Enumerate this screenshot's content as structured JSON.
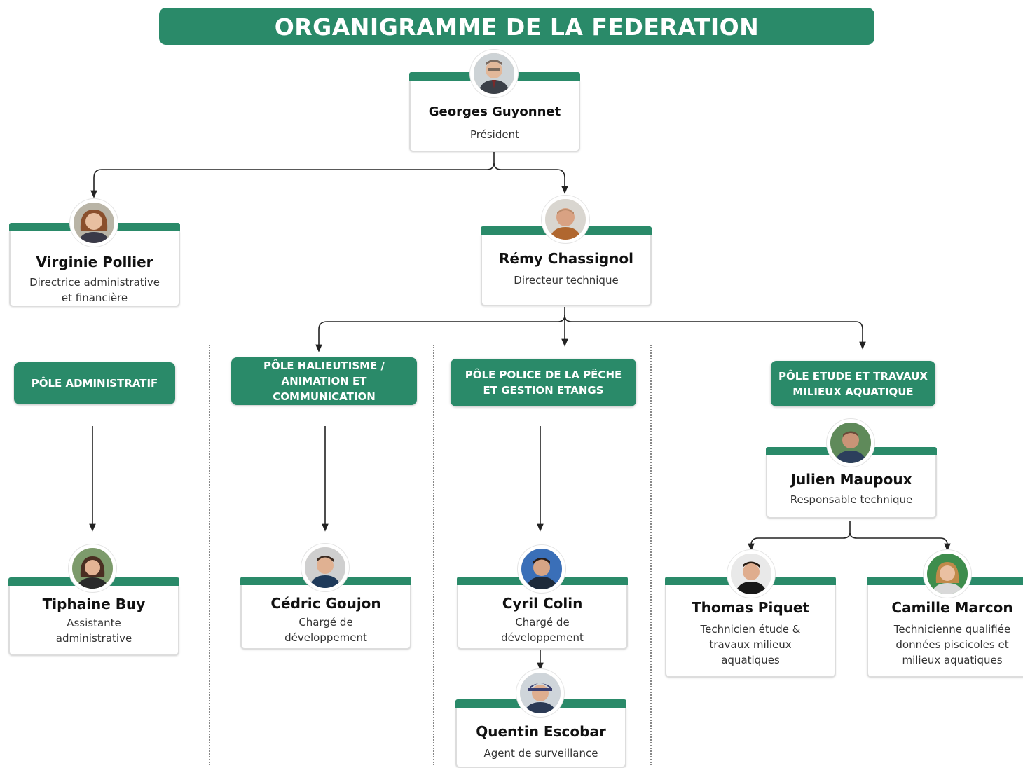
{
  "title": "ORGANIGRAMME DE LA FEDERATION",
  "colors": {
    "accent": "#2a8a69",
    "card_border": "#dddddd",
    "connector": "#222222"
  },
  "people": {
    "president": {
      "name": "Georges Guyonnet",
      "role": "Président"
    },
    "admin_director": {
      "name": "Virginie Pollier",
      "role_line1": "Directrice administrative",
      "role_line2": "et financière"
    },
    "tech_director": {
      "name": "Rémy Chassignol",
      "role": "Directeur technique"
    },
    "admin_assistant": {
      "name": "Tiphaine Buy",
      "role_line1": "Assistante",
      "role_line2": "administrative"
    },
    "dev_halieutisme": {
      "name": "Cédric Goujon",
      "role_line1": "Chargé de",
      "role_line2": "développement"
    },
    "dev_police": {
      "name": "Cyril Colin",
      "role_line1": "Chargé de",
      "role_line2": "développement"
    },
    "surveillance_agent": {
      "name": "Quentin Escobar",
      "role": "Agent de surveillance"
    },
    "tech_lead": {
      "name": "Julien Maupoux",
      "role": "Responsable technique"
    },
    "technician": {
      "name": "Thomas Piquet",
      "role_line1": "Technicien étude &",
      "role_line2": "travaux milieux",
      "role_line3": "aquatiques"
    },
    "qualified_technician": {
      "name": "Camille Marcon",
      "role_line1": "Technicienne qualifiée",
      "role_line2": "données piscicoles et",
      "role_line3": "milieux aquatiques"
    }
  },
  "poles": {
    "administratif": {
      "line1": "PÔLE ADMINISTRATIF"
    },
    "halieutisme": {
      "line1": "PÔLE HALIEUTISME /",
      "line2": "ANIMATION ET",
      "line3": "COMMUNICATION"
    },
    "police": {
      "line1": "PÔLE POLICE DE LA PÊCHE",
      "line2": "ET GESTION ETANGS"
    },
    "etudes": {
      "line1": "PÔLE ETUDE ET TRAVAUX",
      "line2": "MILIEUX AQUATIQUE"
    }
  }
}
